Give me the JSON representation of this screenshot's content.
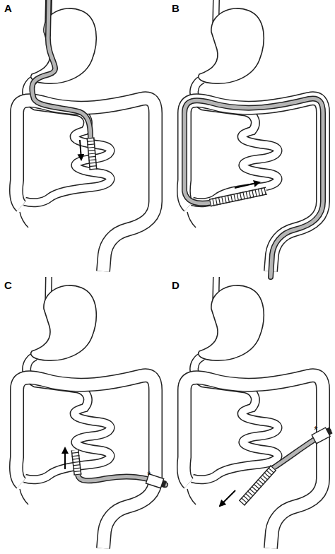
{
  "diagram": {
    "labels": [
      "A",
      "B",
      "C",
      "D",
      "*",
      "*"
    ]
  }
}
